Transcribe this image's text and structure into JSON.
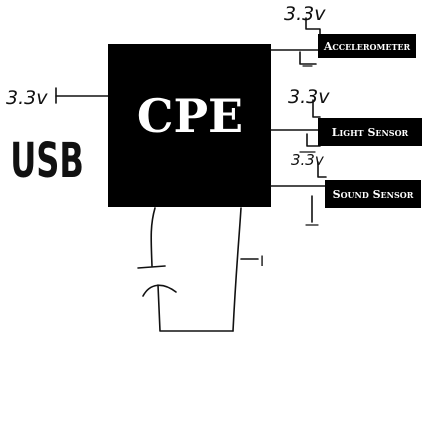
{
  "usb_label": "USB",
  "cpe_label": "CPE",
  "supply_left": "3.3v",
  "sensors": [
    {
      "label": "Accelerometer",
      "supply": "3.3v"
    },
    {
      "label": "Light Sensor",
      "supply": "3.3v"
    },
    {
      "label": "Sound Sensor",
      "supply": "3.3v"
    }
  ],
  "battery_mark": "I"
}
